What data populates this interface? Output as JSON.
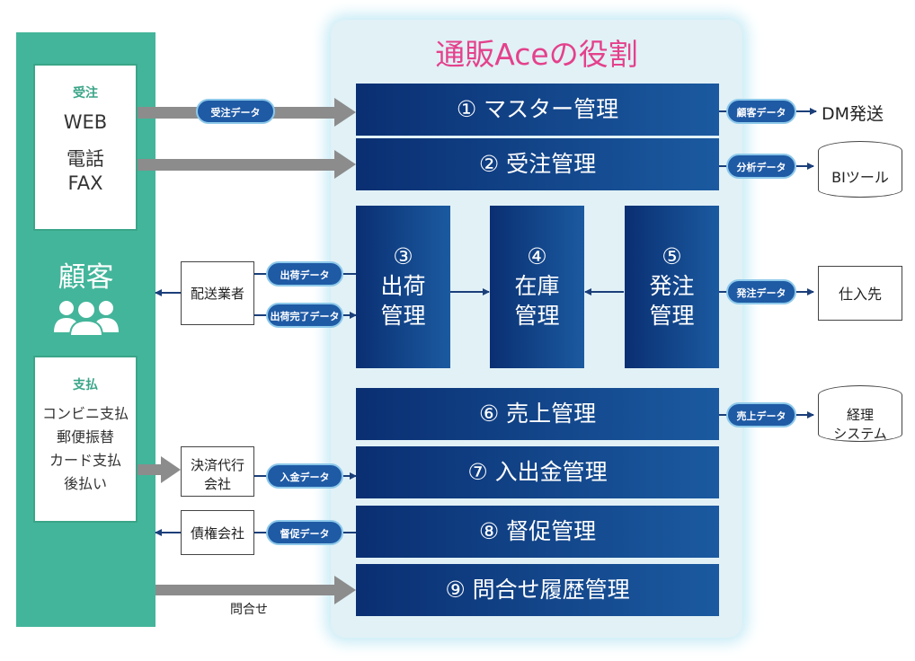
{
  "title": "通販Aceの役割",
  "customer": {
    "label": "顧客",
    "order_box": {
      "title": "受注",
      "lines": [
        "WEB",
        "電話",
        "FAX"
      ]
    },
    "payment_box": {
      "title": "支払",
      "lines": [
        "コンビニ支払",
        "郵便振替",
        "カード支払",
        "後払い"
      ]
    }
  },
  "modules": {
    "m1": "① マスター管理",
    "m2": "② 受注管理",
    "m3": {
      "num": "③",
      "line1": "出荷",
      "line2": "管理"
    },
    "m4": {
      "num": "④",
      "line1": "在庫",
      "line2": "管理"
    },
    "m5": {
      "num": "⑤",
      "line1": "発注",
      "line2": "管理"
    },
    "m6": "⑥ 売上管理",
    "m7": "⑦ 入出金管理",
    "m8": "⑧ 督促管理",
    "m9": "⑨ 問合せ履歴管理"
  },
  "data_labels": {
    "order_data": "受注データ",
    "customer_data": "顧客データ",
    "analysis_data": "分析データ",
    "shipping_data": "出荷データ",
    "shipping_done_data": "出荷完了データ",
    "purchase_order_data": "発注データ",
    "sales_data": "売上データ",
    "payment_data": "入金データ",
    "dunning_data": "督促データ"
  },
  "external": {
    "dm": "DM発送",
    "bi": "BIツール",
    "delivery": "配送業者",
    "supplier": "仕入先",
    "accounting_line1": "経理",
    "accounting_line2": "システム",
    "payment_agent_line1": "決済代行",
    "payment_agent_line2": "会社",
    "collection": "債権会社",
    "inquiry": "問合せ"
  },
  "colors": {
    "customer_green": "#43b59a",
    "title_pink": "#e4418c",
    "module_navy": "#0a2f72",
    "pill_blue": "#1f5aa5",
    "arrow_gray": "#8c8c8c"
  },
  "icons": [
    "people-icon"
  ]
}
